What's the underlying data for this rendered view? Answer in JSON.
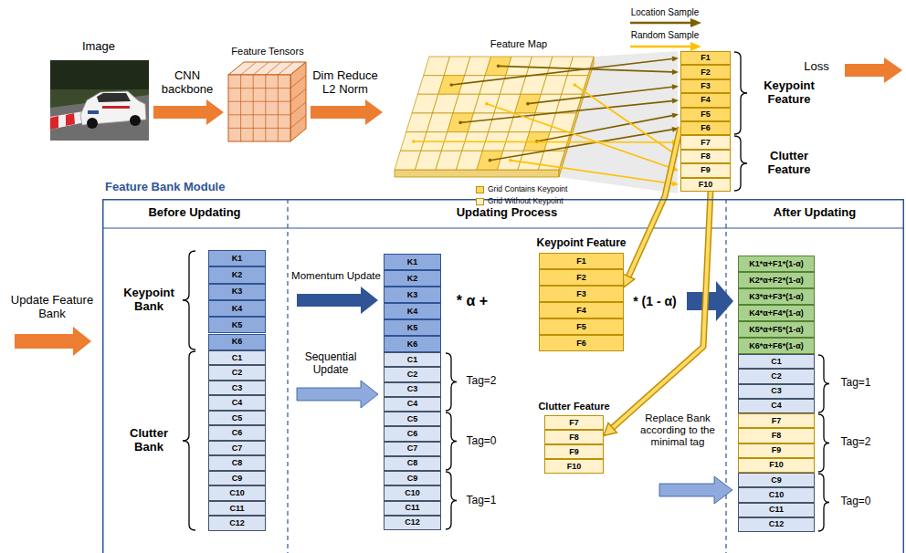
{
  "diagram": {
    "nodes": [
      {
        "text": [
          "Keypoint Feature"
        ]
      },
      {
        "text": [
          "F1"
        ],
        "in": 0
      },
      {
        "text": [
          "F2"
        ],
        "in": 0
      },
      {
        "text": [
          "F3"
        ],
        "in": 0
      },
      {
        "text": [
          "F4"
        ],
        "in": 0
      },
      {
        "text": [
          "F5"
        ],
        "in": 0
      },
      {
        "text": [
          "F6"
        ],
        "in": 0
      },
      {
        "text": [
          "Clutter Feature"
        ]
      },
      {
        "text": [
          "F7"
        ],
        "in": 7
      },
      {
        "text": [
          "F8"
        ],
        "in": 7
      },
      {
        "text": [
          "F9"
        ],
        "in": 7
      },
      {
        "text": [
          "F10"
        ],
        "in": 7
      },
      {
        "text": [
          "Feature Bank Module"
        ]
      },
      {
        "text": [
          "Keypoint Bank"
        ],
        "in": 12
      },
      {
        "text": [
          "K1"
        ],
        "in": 13
      },
      {
        "text": [
          "K2"
        ],
        "in": 13
      },
      {
        "text": [
          "K3"
        ],
        "in": 13
      },
      {
        "text": [
          "K4"
        ],
        "in": 13
      },
      {
        "text": [
          "K5"
        ],
        "in": 13
      },
      {
        "text": [
          "K6"
        ],
        "in": 13
      },
      {
        "text": [
          "Clutter Bank"
        ],
        "in": 12
      },
      {
        "text": [
          "C1"
        ],
        "in": 20
      },
      {
        "text": [
          "C2"
        ],
        "in": 20
      },
      {
        "text": [
          "C3"
        ],
        "in": 20
      },
      {
        "text": [
          "C4"
        ],
        "in": 20
      },
      {
        "text": [
          "C5"
        ],
        "in": 20
      },
      {
        "text": [
          "C6"
        ],
        "in": 20
      },
      {
        "text": [
          "C7"
        ],
        "in": 20
      },
      {
        "text": [
          "C8"
        ],
        "in": 20
      },
      {
        "text": [
          "C9"
        ],
        "in": 20
      },
      {
        "text": [
          "C10"
        ],
        "in": 20
      },
      {
        "text": [
          "C11"
        ],
        "in": 20
      },
      {
        "text": [
          "C12"
        ],
        "in": 20
      },
      {
        "text": [
          "K1"
        ],
        "in": 12
      },
      {
        "text": [
          "K2"
        ],
        "in": 12
      },
      {
        "text": [
          "K3"
        ],
        "in": 12
      },
      {
        "text": [
          "K4"
        ],
        "in": 12
      },
      {
        "text": [
          "K5"
        ],
        "in": 12
      },
      {
        "text": [
          "K6"
        ],
        "in": 12
      },
      {
        "text": [
          "C1"
        ],
        "in": 12
      },
      {
        "text": [
          "C2"
        ],
        "in": 12
      },
      {
        "text": [
          "C3"
        ],
        "in": 12
      },
      {
        "text": [
          "C4"
        ],
        "in": 12
      },
      {
        "text": [
          "C5"
        ],
        "in": 12
      },
      {
        "text": [
          "C6"
        ],
        "in": 12
      },
      {
        "text": [
          "C7"
        ],
        "in": 12
      },
      {
        "text": [
          "C8"
        ],
        "in": 12
      },
      {
        "text": [
          "C9"
        ],
        "in": 12
      },
      {
        "text": [
          "C10"
        ],
        "in": 12
      },
      {
        "text": [
          "C11"
        ],
        "in": 12
      },
      {
        "text": [
          "C12"
        ],
        "in": 12
      },
      {
        "text": [
          "Keypoint Feature"
        ],
        "in": 12
      },
      {
        "text": [
          "F1"
        ],
        "in": 51
      },
      {
        "text": [
          "F2"
        ],
        "in": 51
      },
      {
        "text": [
          "F3"
        ],
        "in": 51
      },
      {
        "text": [
          "F4"
        ],
        "in": 51
      },
      {
        "text": [
          "F5"
        ],
        "in": 51
      },
      {
        "text": [
          "F6"
        ],
        "in": 51
      },
      {
        "text": [
          "Clutter Feature"
        ],
        "in": 12
      },
      {
        "text": [
          "F7"
        ],
        "in": 58
      },
      {
        "text": [
          "F8"
        ],
        "in": 58
      },
      {
        "text": [
          "F9"
        ],
        "in": 58
      },
      {
        "text": [
          "F10"
        ],
        "in": 58
      },
      {
        "text": [
          "K1*α+F1*(1-α)"
        ],
        "in": 12
      },
      {
        "text": [
          "K2*α+F2*(1-α)"
        ],
        "in": 12
      },
      {
        "text": [
          "K3*α+F3*(1-α)"
        ],
        "in": 12
      },
      {
        "text": [
          "K4*α+F4*(1-α)"
        ],
        "in": 12
      },
      {
        "text": [
          "K5*α+F5*(1-α)"
        ],
        "in": 12
      },
      {
        "text": [
          "K6*α+F6*(1-α)"
        ],
        "in": 12
      },
      {
        "text": [
          "C1"
        ],
        "in": 12
      },
      {
        "text": [
          "C2"
        ],
        "in": 12
      },
      {
        "text": [
          "C3"
        ],
        "in": 12
      },
      {
        "text": [
          "C4"
        ],
        "in": 12
      },
      {
        "text": [
          "F7"
        ],
        "in": 12
      },
      {
        "text": [
          "F8"
        ],
        "in": 12
      },
      {
        "text": [
          "F9"
        ],
        "in": 12
      },
      {
        "text": [
          "F10"
        ],
        "in": 12
      },
      {
        "text": [
          "C9"
        ],
        "in": 12
      },
      {
        "text": [
          "C10"
        ],
        "in": 12
      },
      {
        "text": [
          "C11"
        ],
        "in": 12
      },
      {
        "text": [
          "C12"
        ],
        "in": 12
      }
    ],
    "edges": [
      {
        "from": 0,
        "to": 51,
        "arrow": "to"
      },
      {
        "from": 7,
        "to": 58,
        "arrow": "to"
      }
    ],
    "labels": [
      "Image",
      "CNN backbone",
      "Feature Tensors",
      "Dim Reduce L2 Norm",
      "Feature Map",
      "Location Sample",
      "Random Sample",
      "Loss",
      "Update Feature Bank",
      "Before Updating",
      "Updating Process",
      "After Updating",
      "Momentum Update",
      "* α +",
      "* (1 - α)",
      "Sequential Update",
      "Tag=2",
      "Tag=0",
      "Tag=1",
      "Replace Bank according to the minimal tag",
      "Tag=1",
      "Tag=2",
      "Tag=0"
    ],
    "legend": [
      {
        "text": "Grid Contains Keypoint",
        "color": "#ffd966"
      },
      {
        "text": "Grid Without Keypoint",
        "color": "#fff2cc"
      }
    ]
  }
}
